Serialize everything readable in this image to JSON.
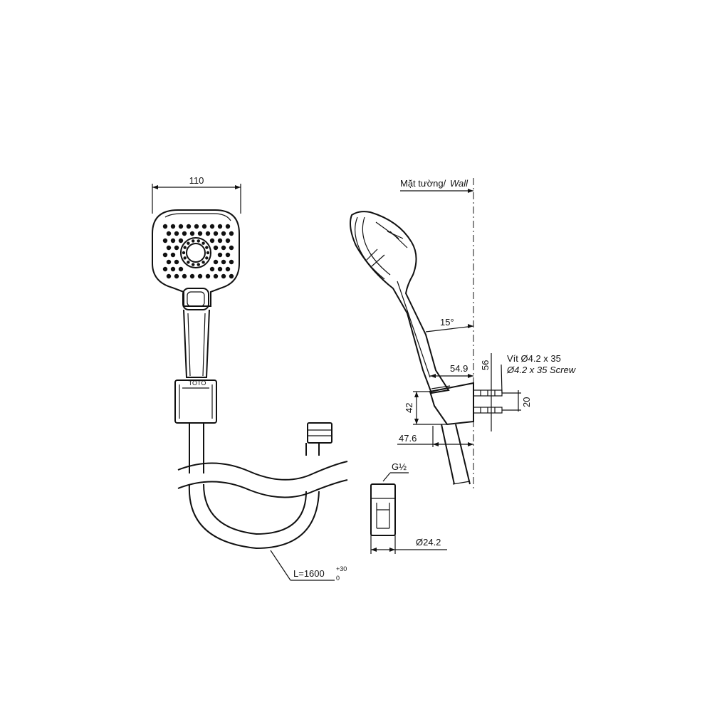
{
  "dimensions": {
    "width_top": "110",
    "hose_length": "L=1600",
    "hose_tol_upper": "+30",
    "hose_tol_lower": "0",
    "angle": "15°",
    "bracket_depth": "54.9",
    "bracket_offset": "56",
    "bracket_height": "42",
    "screw_spacing": "20",
    "base_depth": "47.6",
    "thread": "G½",
    "nut_diameter": "Ø24.2"
  },
  "labels": {
    "wall_vi": "Mặt tường/",
    "wall_en": "Wall",
    "screw_vi": "Vít Ø4.2 x 35",
    "screw_en": "Ø4.2 x 35 Screw",
    "brand_mark": "TOTO"
  }
}
